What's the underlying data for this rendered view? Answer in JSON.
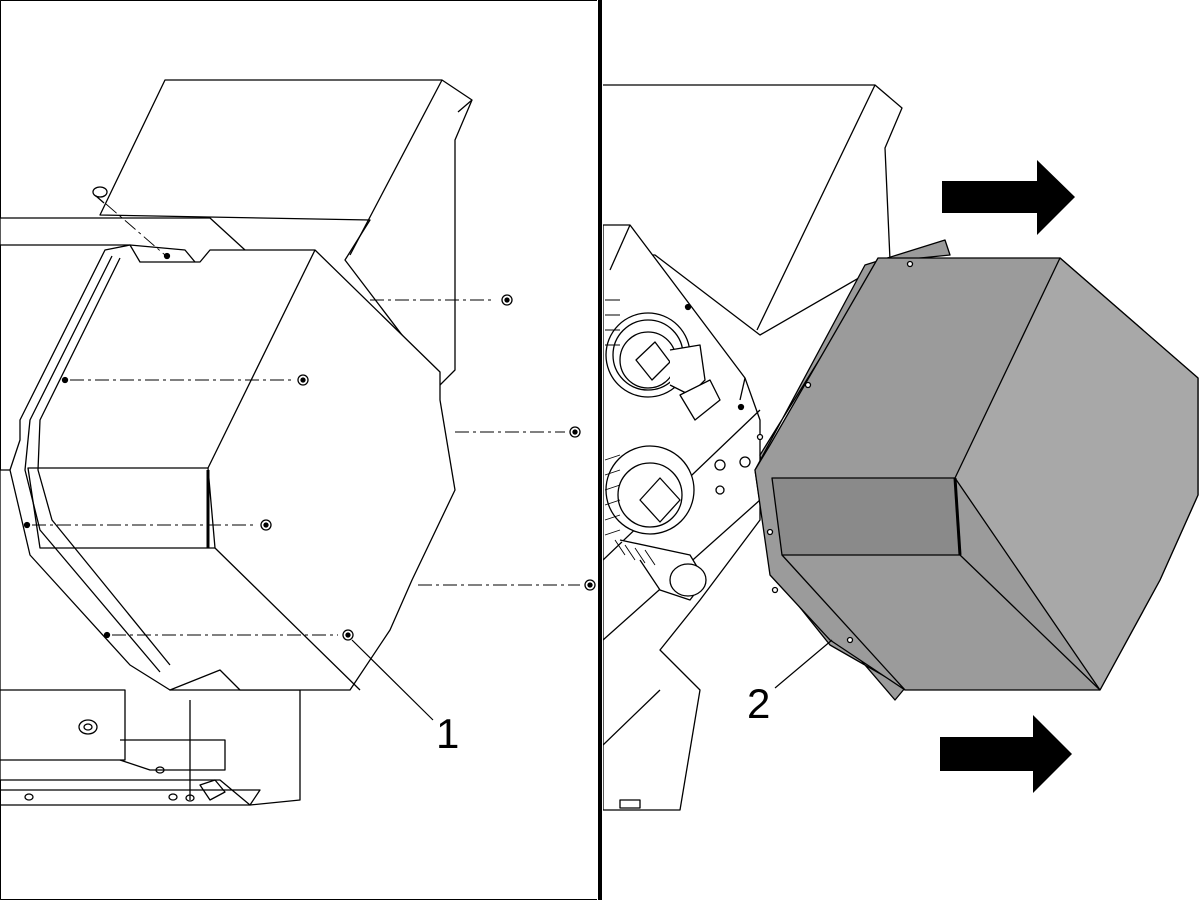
{
  "diagram": {
    "panels": [
      {
        "id": "step-remove-screws",
        "callout": {
          "label": "1",
          "refers_to": "cover-screw"
        }
      },
      {
        "id": "step-slide-cover-off",
        "callout": {
          "label": "2",
          "refers_to": "cover-flange"
        }
      }
    ],
    "arrow_direction": "right",
    "colors": {
      "line": "#000000",
      "background": "#ffffff",
      "removed_cover": "#9b9b9b",
      "removed_cover_dark": "#8a8a8a",
      "removed_cover_light": "#a8a8a8",
      "arrow": "#000000",
      "divider": "#000000"
    }
  }
}
